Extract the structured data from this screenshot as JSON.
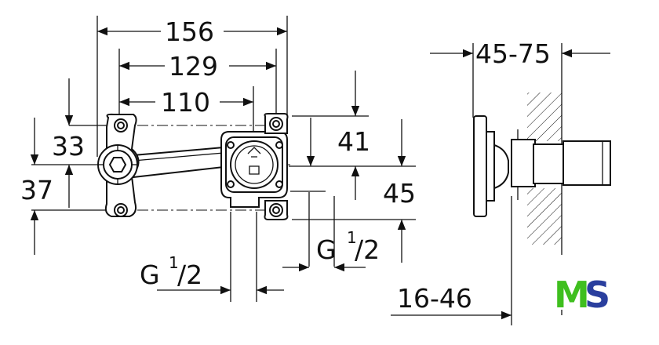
{
  "front_view": {
    "dim_total_width": "156",
    "dim_hole_spacing": "129",
    "dim_center_offset": "110",
    "dim_upper_height": "33",
    "dim_lower_height": "37",
    "dim_right_upper": "41",
    "dim_right_lower": "45",
    "thread_main": "G",
    "thread_sup": "1",
    "thread_sub": "/2"
  },
  "side_view": {
    "dim_wall_range": "45-75",
    "dim_depth_range": "16-46"
  },
  "logo": {
    "part1": "M",
    "part2": "S",
    "color_green": "#3fbf1f",
    "color_blue": "#2a3f9e"
  }
}
